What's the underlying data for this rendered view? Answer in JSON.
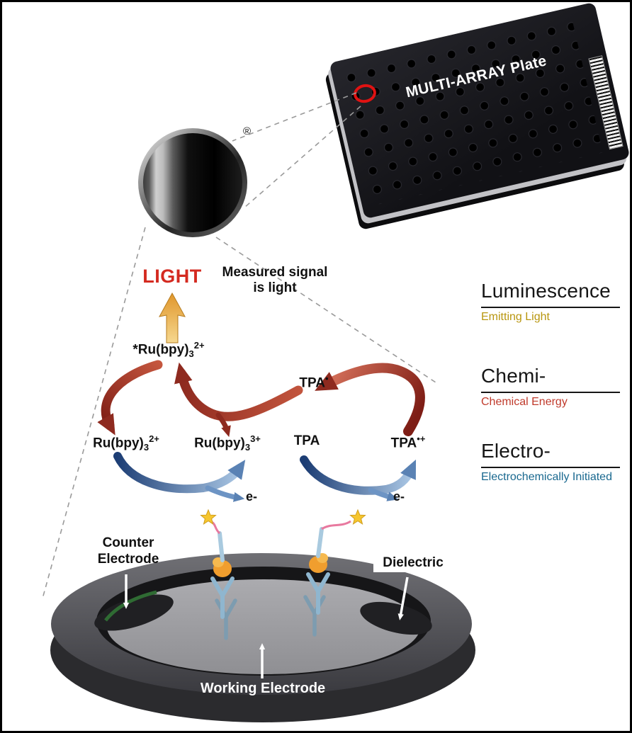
{
  "colors": {
    "light_red": "#d42a20",
    "luminescence_gold": "#b8960f",
    "chemi_red": "#c03a2b",
    "electro_blue": "#19688f",
    "red_arrow": "#8e2a1f",
    "blue_arrow": "#1c3d74",
    "highlight_ring_red": "#e01212"
  },
  "plate": {
    "label": "MULTI-ARRAY Plate",
    "registered_mark": "®"
  },
  "signal": {
    "light": "LIGHT",
    "measured_line1": "Measured signal",
    "measured_line2": "is light"
  },
  "chemistry": {
    "excited_ru": {
      "pre": "*Ru(bpy)",
      "sub": "3",
      "sup": "2+"
    },
    "ru_2plus": {
      "pre": "Ru(bpy)",
      "sub": "3",
      "sup": "2+"
    },
    "ru_3plus": {
      "pre": "Ru(bpy)",
      "sub": "3",
      "sup": "3+"
    },
    "tpa_radical": {
      "pre": "TPA",
      "sup": "•"
    },
    "tpa": {
      "pre": "TPA"
    },
    "tpa_cation": {
      "pre": "TPA",
      "sup": "•+"
    },
    "electron_left": "e-",
    "electron_right": "e-"
  },
  "legend": [
    {
      "title": "Luminescence",
      "subtitle": "Emitting Light"
    },
    {
      "title": "Chemi-",
      "subtitle": "Chemical Energy"
    },
    {
      "title": "Electro-",
      "subtitle": "Electrochemically Initiated"
    }
  ],
  "electrode": {
    "counter_line1": "Counter",
    "counter_line2": "Electrode",
    "dielectric": "Dielectric",
    "working": "Working Electrode"
  }
}
